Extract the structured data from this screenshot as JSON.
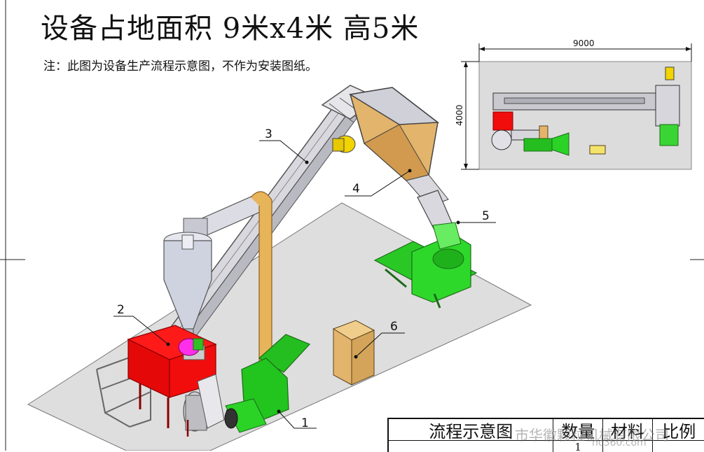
{
  "title": "设备占地面积 9米x4米 高5米",
  "note": "注：此图为设备生产流程示意图，不作为安装图纸。",
  "dimensions": {
    "width_label": "9000",
    "height_label": "4000"
  },
  "callouts": [
    "1",
    "2",
    "3",
    "4",
    "5",
    "6"
  ],
  "title_block": {
    "name": "流程示意图",
    "col_quantity": "数量",
    "col_material": "材料",
    "col_scale": "比例",
    "quantity_value": "1"
  },
  "watermark": {
    "text": "市华徽颗粒机械有限公司",
    "site": "hc360.com"
  },
  "colors": {
    "red_mixer": "#f20d0d",
    "green_machine": "#22c41e",
    "tan_hopper": "#e3b46b",
    "cyclone": "#cfd3e0",
    "floor": "#dedede"
  }
}
